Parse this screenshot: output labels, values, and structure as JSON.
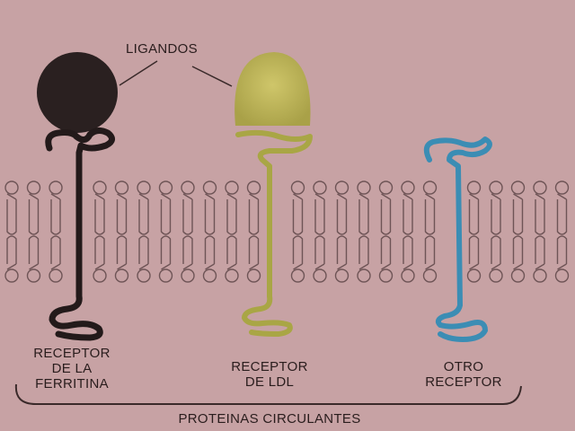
{
  "ligands_label": "LIGANDOS",
  "receptors": [
    {
      "label_line1": "RECEPTOR",
      "label_line2": "DE LA",
      "label_line3": "FERRITINA",
      "color": "#231a1a",
      "ligand_color": "#2a2020"
    },
    {
      "label_line1": "RECEPTOR",
      "label_line2": "DE LDL",
      "color": "#a9a645",
      "ligand_color": "#b8b04e"
    },
    {
      "label_line1": "OTRO",
      "label_line2": "RECEPTOR",
      "color": "#3b8db4"
    }
  ],
  "group_label": "PROTEINAS CIRCULANTES"
}
